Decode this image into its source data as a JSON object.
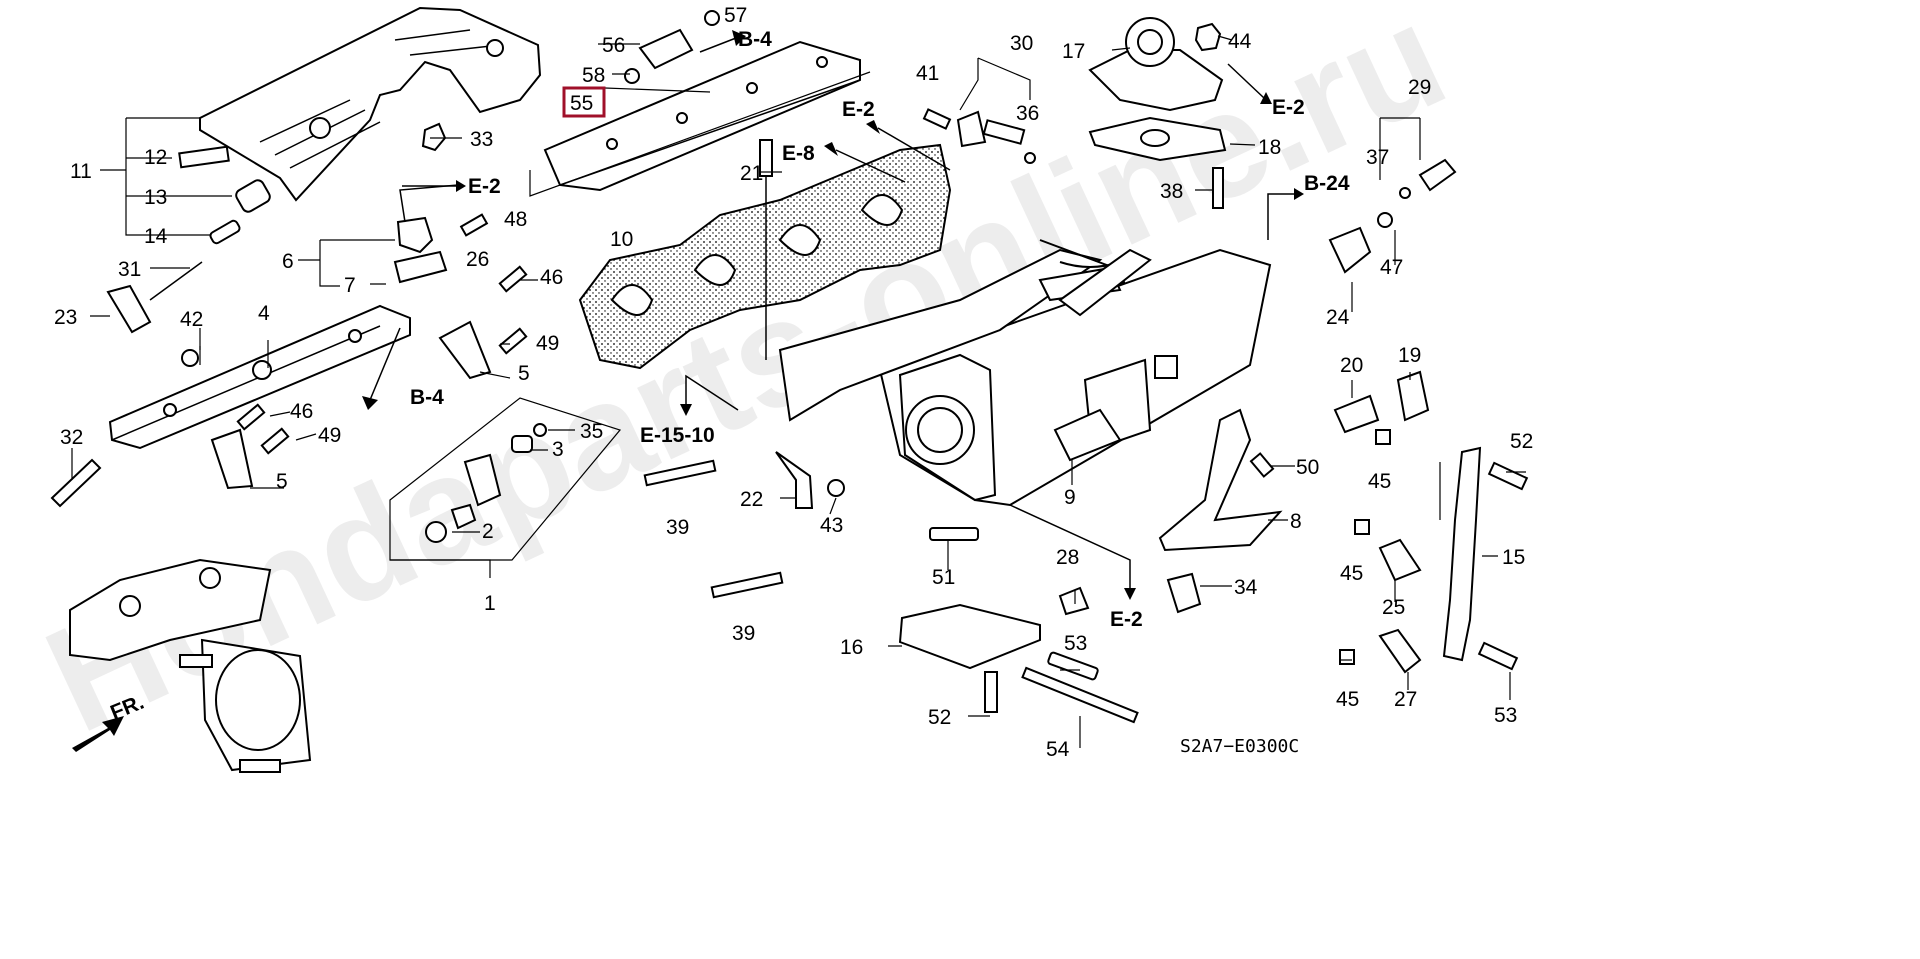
{
  "diagram_code": "S2A7−E0300C",
  "watermark": "Hondaparts-online.ru",
  "direction_label": "FR.",
  "highlighted_callout": "55",
  "highlight_color": "#a0102a",
  "refs": {
    "b4_top": "B-4",
    "e2_top_right": "E-2",
    "e2_center": "E-2",
    "e8": "E-8",
    "e2_left": "E-2",
    "b4_left": "B-4",
    "e15_10": "E-15-10",
    "b24": "B-24",
    "e2_bottom": "E-2"
  },
  "callouts": {
    "c1": "1",
    "c2": "2",
    "c3": "3",
    "c4": "4",
    "c5a": "5",
    "c5b": "5",
    "c6": "6",
    "c7": "7",
    "c8": "8",
    "c9": "9",
    "c10": "10",
    "c11": "11",
    "c12": "12",
    "c13": "13",
    "c14": "14",
    "c15": "15",
    "c16": "16",
    "c17": "17",
    "c18": "18",
    "c19": "19",
    "c20": "20",
    "c21": "21",
    "c22": "22",
    "c23": "23",
    "c24": "24",
    "c25": "25",
    "c26": "26",
    "c27": "27",
    "c28": "28",
    "c29": "29",
    "c30": "30",
    "c31": "31",
    "c32": "32",
    "c33": "33",
    "c34": "34",
    "c35": "35",
    "c36": "36",
    "c37": "37",
    "c38": "38",
    "c39a": "39",
    "c39b": "39",
    "c41": "41",
    "c42": "42",
    "c43": "43",
    "c44": "44",
    "c45a": "45",
    "c45b": "45",
    "c45c": "45",
    "c46a": "46",
    "c46b": "46",
    "c47": "47",
    "c48": "48",
    "c49a": "49",
    "c49b": "49",
    "c50": "50",
    "c51": "51",
    "c52a": "52",
    "c52b": "52",
    "c53a": "53",
    "c53b": "53",
    "c54": "54",
    "c55": "55",
    "c56": "56",
    "c57": "57",
    "c58": "58"
  }
}
